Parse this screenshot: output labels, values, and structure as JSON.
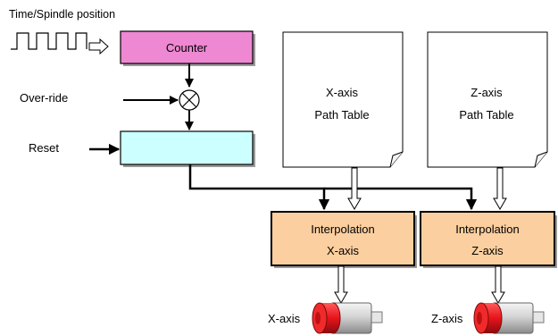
{
  "colors": {
    "counter_fill": "#ee88d2",
    "reset_fill": "#ccffff",
    "interp_fill": "#fbcf9f",
    "motor_red": "#e8141c",
    "motor_body": "#c8c8c8"
  },
  "labels": {
    "title": "Time/Spindle position",
    "override": "Over-ride",
    "reset": "Reset",
    "x_motor": "X-axis",
    "z_motor": "Z-axis"
  },
  "counter": {
    "label": "Counter"
  },
  "path_tables": {
    "x": {
      "line1": "X-axis",
      "line2": "Path Table"
    },
    "z": {
      "line1": "Z-axis",
      "line2": "Path Table"
    }
  },
  "interpolation": {
    "x": {
      "line1": "Interpolation",
      "line2": "X-axis"
    },
    "z": {
      "line1": "Interpolation",
      "line2": "Z-axis"
    }
  },
  "icons": {
    "pulse_train": "square-wave-icon",
    "multiplier": "circle-x-multiplier-icon",
    "motor": "servo-motor-icon"
  }
}
